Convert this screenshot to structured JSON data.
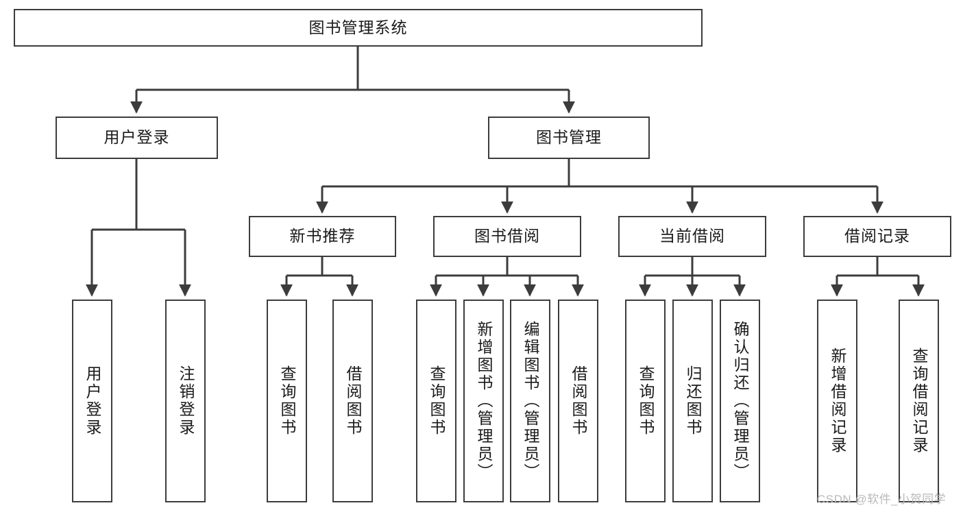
{
  "diagram": {
    "type": "hierarchy-tree",
    "title": "图书管理系统",
    "orientation": "top-down",
    "colors": {
      "box_border": "#3c3c3c",
      "box_fill": "#ffffff",
      "connector": "#3c3c3c",
      "text": "#1a1a1a",
      "watermark": "#b9b9b9"
    },
    "levels": [
      {
        "level": 1,
        "nodes": [
          {
            "id": "root",
            "label": "图书管理系统",
            "text_mode": "horizontal"
          }
        ]
      },
      {
        "level": 2,
        "nodes": [
          {
            "id": "user-login",
            "label": "用户登录",
            "text_mode": "horizontal",
            "parent": "root"
          },
          {
            "id": "book-manage",
            "label": "图书管理",
            "text_mode": "horizontal",
            "parent": "root"
          }
        ]
      },
      {
        "level": 3,
        "nodes": [
          {
            "id": "new-book-rec",
            "label": "新书推荐",
            "text_mode": "horizontal",
            "parent": "book-manage"
          },
          {
            "id": "book-borrow",
            "label": "图书借阅",
            "text_mode": "horizontal",
            "parent": "book-manage"
          },
          {
            "id": "current-borrow",
            "label": "当前借阅",
            "text_mode": "horizontal",
            "parent": "book-manage"
          },
          {
            "id": "borrow-record",
            "label": "借阅记录",
            "text_mode": "horizontal",
            "parent": "book-manage"
          }
        ]
      },
      {
        "level": 4,
        "nodes": [
          {
            "id": "leaf-1",
            "label": "用户登录",
            "text_mode": "vertical",
            "parent": "user-login"
          },
          {
            "id": "leaf-2",
            "label": "注销登录",
            "text_mode": "vertical",
            "parent": "user-login"
          },
          {
            "id": "leaf-3",
            "label": "查询图书",
            "text_mode": "vertical",
            "parent": "new-book-rec"
          },
          {
            "id": "leaf-4",
            "label": "借阅图书",
            "text_mode": "vertical",
            "parent": "new-book-rec"
          },
          {
            "id": "leaf-5",
            "label": "查询图书",
            "text_mode": "vertical",
            "parent": "book-borrow"
          },
          {
            "id": "leaf-6",
            "label": "新增图书（管理员）",
            "text_mode": "vertical",
            "parent": "book-borrow"
          },
          {
            "id": "leaf-7",
            "label": "编辑图书（管理员）",
            "text_mode": "vertical",
            "parent": "book-borrow"
          },
          {
            "id": "leaf-8",
            "label": "借阅图书",
            "text_mode": "vertical",
            "parent": "book-borrow"
          },
          {
            "id": "leaf-9",
            "label": "查询图书",
            "text_mode": "vertical",
            "parent": "current-borrow"
          },
          {
            "id": "leaf-10",
            "label": "归还图书",
            "text_mode": "vertical",
            "parent": "current-borrow"
          },
          {
            "id": "leaf-11",
            "label": "确认归还（管理员）",
            "text_mode": "vertical",
            "parent": "current-borrow"
          },
          {
            "id": "leaf-12",
            "label": "新增借阅记录",
            "text_mode": "vertical",
            "parent": "borrow-record"
          },
          {
            "id": "leaf-13",
            "label": "查询借阅记录",
            "text_mode": "vertical",
            "parent": "borrow-record"
          }
        ]
      }
    ]
  },
  "watermark": {
    "text": "CSDN @软件_小贺同学"
  }
}
